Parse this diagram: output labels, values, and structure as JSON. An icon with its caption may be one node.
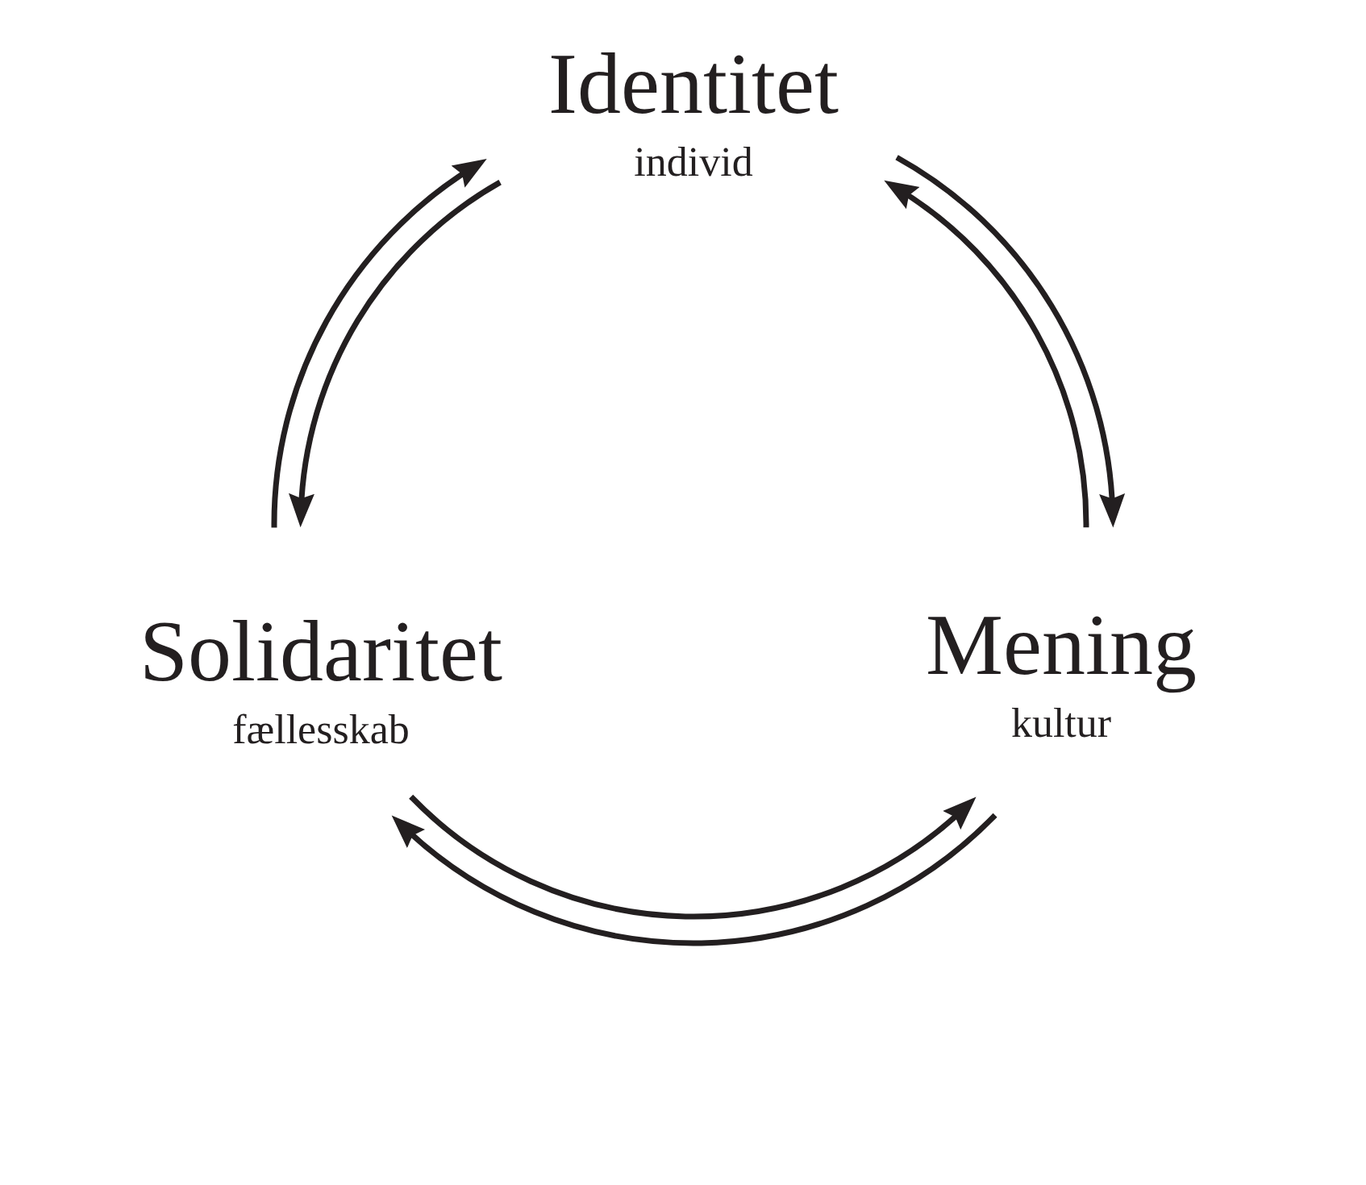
{
  "diagram": {
    "nodes": [
      {
        "text": [
          "Identitet",
          "individ"
        ]
      },
      {
        "text": [
          "Solidaritet",
          "fællesskab"
        ]
      },
      {
        "text": [
          "Mening",
          "kultur"
        ]
      }
    ],
    "edges": [
      {
        "from": 1,
        "to": 0,
        "arrow": "to"
      },
      {
        "from": 0,
        "to": 1,
        "arrow": "to"
      },
      {
        "from": 0,
        "to": 2,
        "arrow": "to"
      },
      {
        "from": 2,
        "to": 0,
        "arrow": "to"
      },
      {
        "from": 1,
        "to": 2,
        "arrow": "to"
      },
      {
        "from": 2,
        "to": 1,
        "arrow": "to"
      }
    ]
  }
}
